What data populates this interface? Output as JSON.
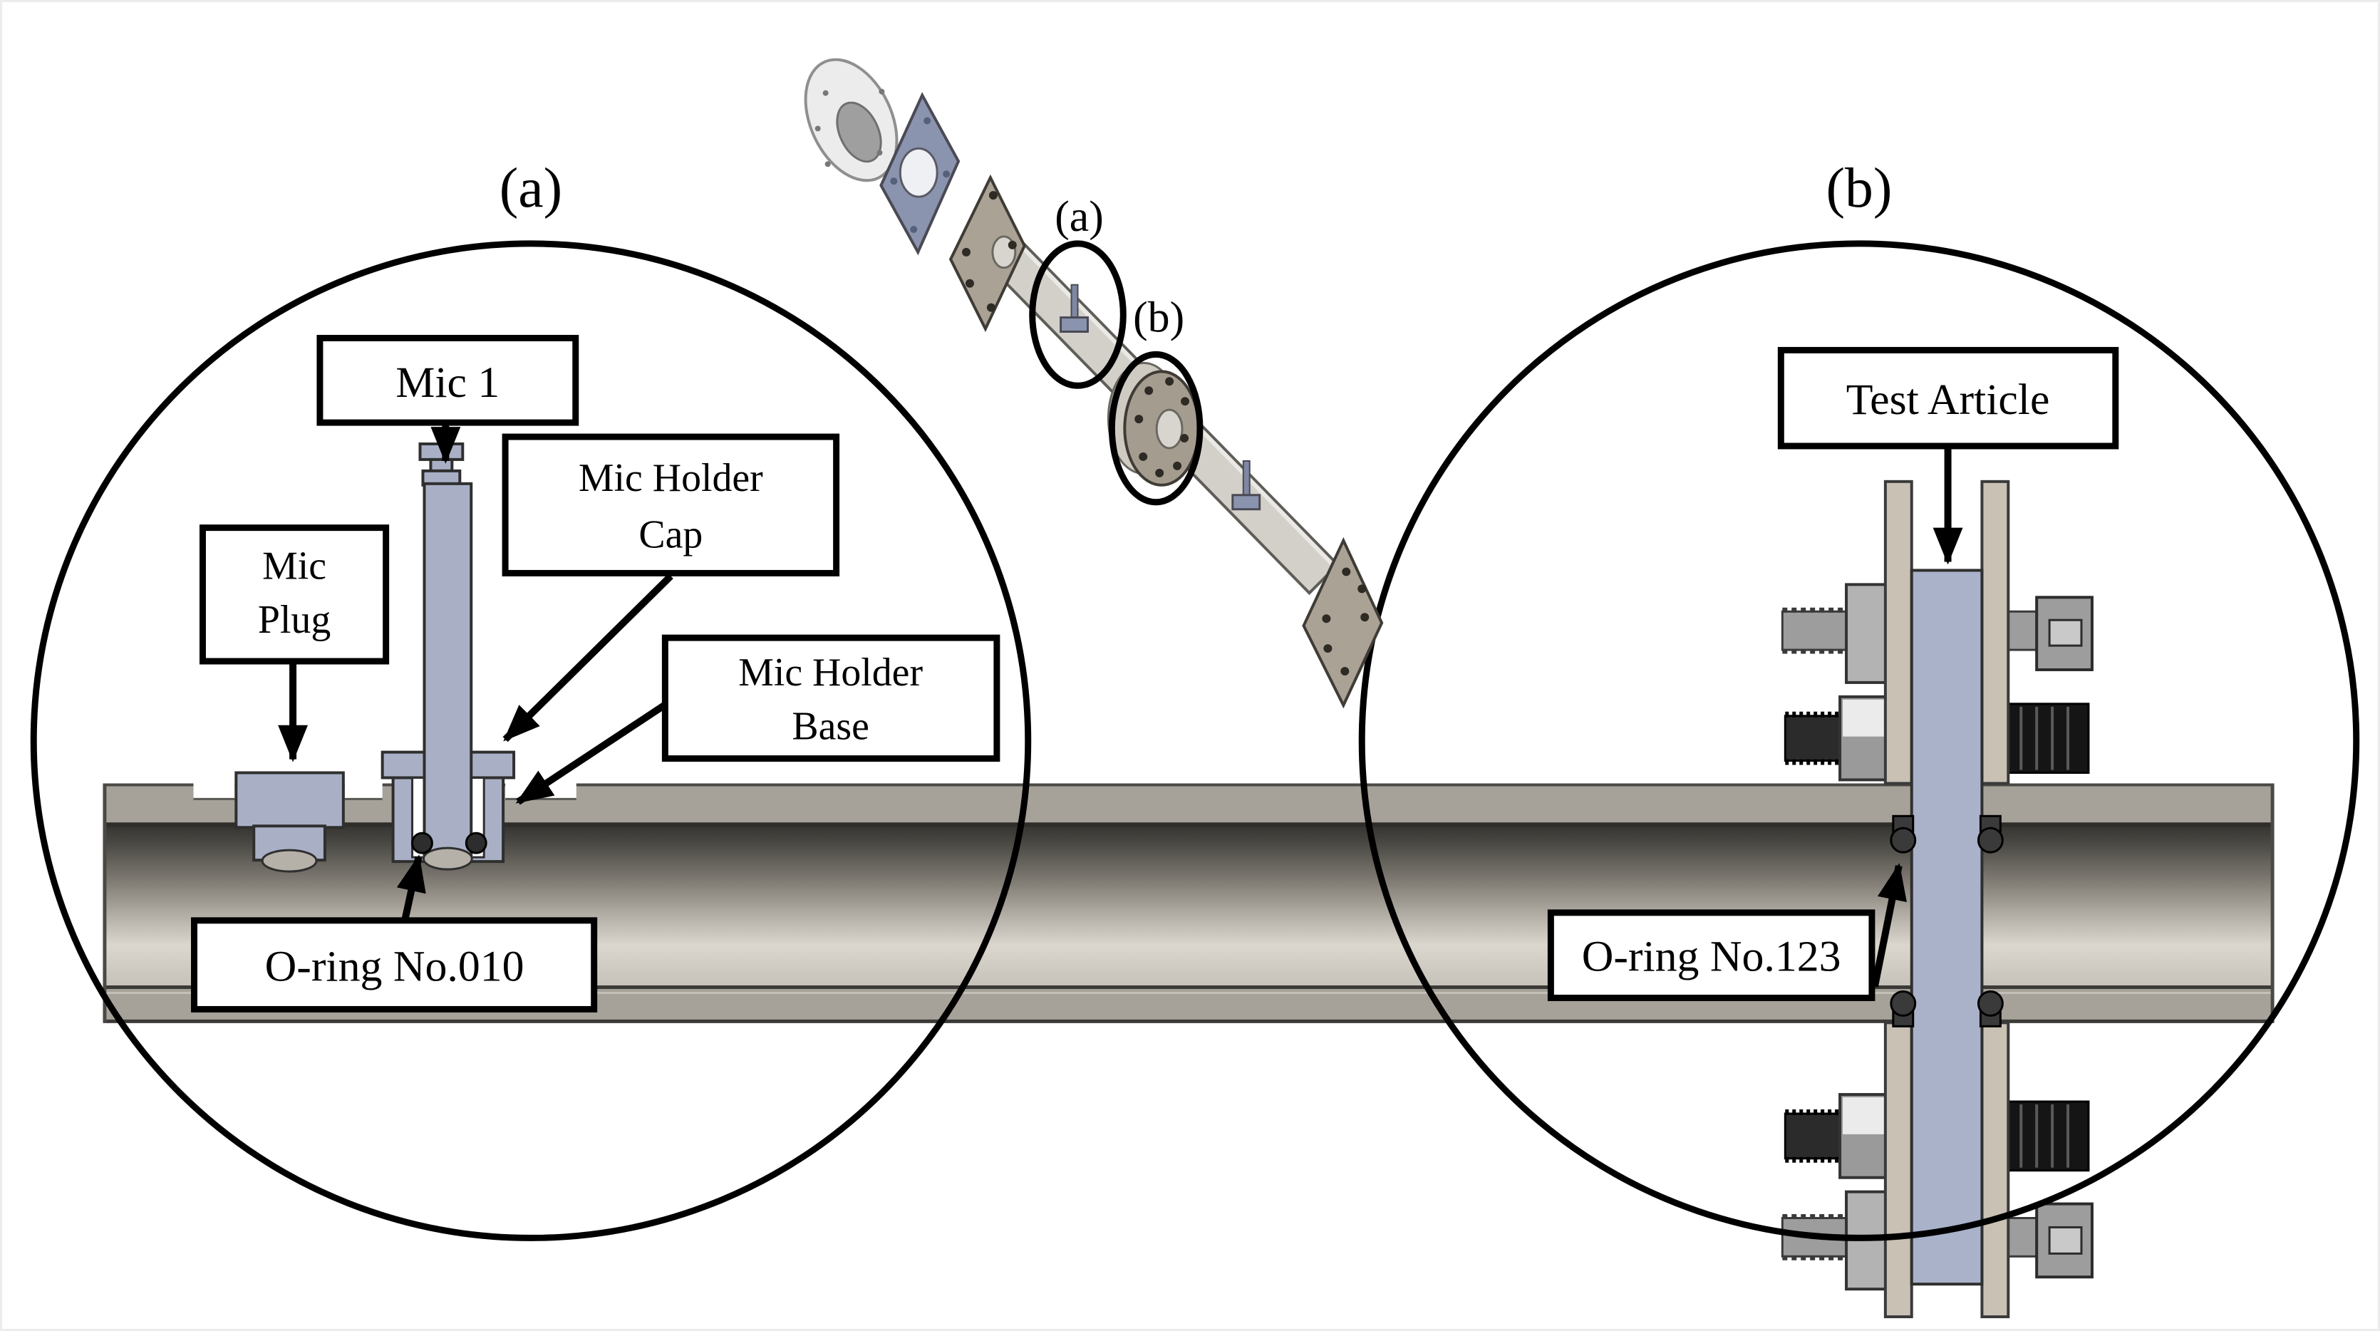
{
  "figure": {
    "panel_a": {
      "title": "(a)",
      "labels": {
        "mic1": "Mic 1",
        "mic_plug_line1": "Mic",
        "mic_plug_line2": "Plug",
        "mic_holder_cap_line1": "Mic Holder",
        "mic_holder_cap_line2": "Cap",
        "mic_holder_base_line1": "Mic Holder",
        "mic_holder_base_line2": "Base",
        "oring010": "O-ring No.010"
      }
    },
    "panel_b": {
      "title": "(b)",
      "labels": {
        "test_article": "Test Article",
        "oring123": "O-ring No.123"
      }
    },
    "assembly": {
      "callout_a": "(a)",
      "callout_b": "(b)"
    },
    "colors": {
      "background": "#ffffff",
      "frame_border": "#ececec",
      "line_black": "#000000",
      "component_blue_gray": "#a9b0c6",
      "component_blue_dark": "#8b94ae",
      "duct_wall_gray": "#a6a29a",
      "duct_interior_dark": "#35332f",
      "duct_interior_light": "#dbd7cf",
      "flange_plate_tan": "#c9c1b4",
      "iso_plate_tan": "#aaa295",
      "metal_gray": "#9d9d9d",
      "knurled_black": "#151515",
      "outline_dark": "#2f2f2f"
    }
  }
}
